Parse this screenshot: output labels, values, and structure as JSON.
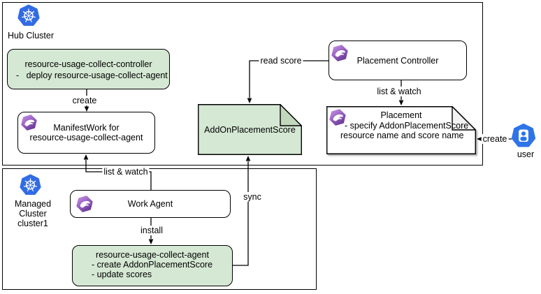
{
  "hub": {
    "title": "Hub Cluster",
    "controller": {
      "line1": "resource-usage-collect-controller",
      "line2": "-   deploy resource-usage-collect-agent"
    },
    "manifestwork": {
      "line1": "ManifestWork for",
      "line2": "resource-usage-collect-agent"
    },
    "addonplacementscore": "AddOnPlacementScore",
    "placement_controller": "Placement Controller",
    "placement": {
      "line1": "Placement",
      "line2": "- specify AddonPlacementScore",
      "line3": "resource name and score name"
    }
  },
  "managed": {
    "title": "Managed Cluster",
    "subtitle": "cluster1",
    "work_agent": "Work Agent",
    "agent": {
      "line1": "resource-usage-collect-agent",
      "line2": "- create AddonPlacementScore",
      "line3": "- update scores"
    }
  },
  "actor": {
    "label": "user"
  },
  "edges": {
    "create_manifestwork": "create",
    "read_score": "read score",
    "list_watch_placement": "list & watch",
    "create_placement": "create",
    "list_watch_manifestwork": "list & watch",
    "install": "install",
    "sync": "sync"
  },
  "icons": {
    "kubernetes-icon": "blue heptagon with white helm wheel",
    "ocm-icon": "purple hexagon with white swoosh",
    "user-icon": "blue heptagon with white person badge"
  },
  "colors": {
    "node_green": "#d5e8d4",
    "note_fold_green": "#c2d8bc",
    "note_fold_gray": "#f2f2f2",
    "kubernetes_blue": "#326ce5",
    "user_blue": "#2e74e8",
    "ocm_purple_light": "#c98fe8",
    "ocm_purple_dark": "#5e2d8f",
    "stroke": "#000000"
  }
}
